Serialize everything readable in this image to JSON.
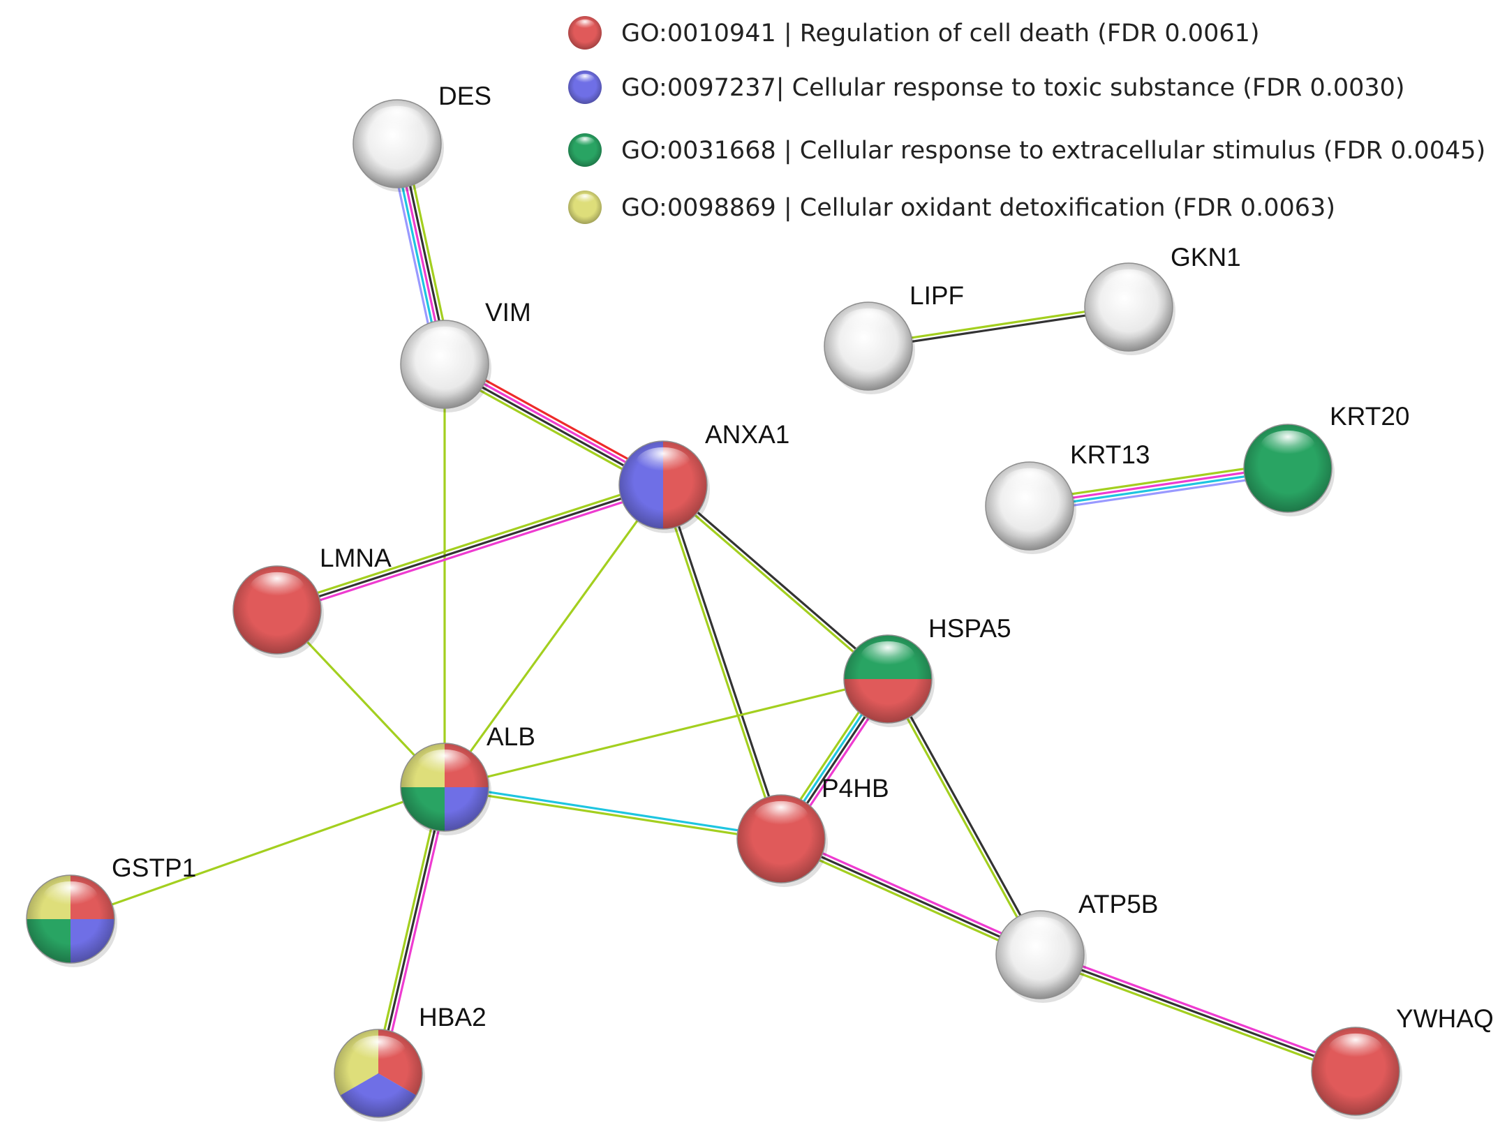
{
  "legend": [
    {
      "id": "red",
      "label": "GO:0010941 | Regulation of cell death (FDR 0.0061)",
      "color": "#e05a5a"
    },
    {
      "id": "blue",
      "label": "GO:0097237| Cellular response to toxic substance (FDR 0.0030)",
      "color": "#6f6fe6"
    },
    {
      "id": "green",
      "label": "GO:0031668 | Cellular response to extracellular stimulus (FDR 0.0045)",
      "color": "#29a463"
    },
    {
      "id": "yellow",
      "label": "GO:0098869 | Cellular oxidant detoxification (FDR 0.0063)",
      "color": "#dede7a"
    }
  ],
  "edge_colors": {
    "textmining": "#a3cf1f",
    "coexpression": "#333333",
    "database": "#1ec5e0",
    "experiments": "#ee3bd0",
    "cooccurrence": "#9999ff",
    "fusion": "#ee2a2a"
  },
  "nodes": [
    {
      "id": "DES",
      "label": "DES",
      "colors": [
        "white"
      ]
    },
    {
      "id": "VIM",
      "label": "VIM",
      "colors": [
        "white"
      ]
    },
    {
      "id": "ANXA1",
      "label": "ANXA1",
      "colors": [
        "red",
        "blue"
      ]
    },
    {
      "id": "LMNA",
      "label": "LMNA",
      "colors": [
        "red"
      ]
    },
    {
      "id": "ALB",
      "label": "ALB",
      "colors": [
        "red",
        "blue",
        "green",
        "yellow"
      ]
    },
    {
      "id": "GSTP1",
      "label": "GSTP1",
      "colors": [
        "red",
        "blue",
        "green",
        "yellow"
      ]
    },
    {
      "id": "HBA2",
      "label": "HBA2",
      "colors": [
        "red",
        "blue",
        "yellow"
      ]
    },
    {
      "id": "HSPA5",
      "label": "HSPA5",
      "colors": [
        "red",
        "green"
      ]
    },
    {
      "id": "P4HB",
      "label": "P4HB",
      "colors": [
        "red"
      ]
    },
    {
      "id": "ATP5B",
      "label": "ATP5B",
      "colors": [
        "white"
      ]
    },
    {
      "id": "YWHAQ",
      "label": "YWHAQ",
      "colors": [
        "red"
      ]
    },
    {
      "id": "LIPF",
      "label": "LIPF",
      "colors": [
        "white"
      ]
    },
    {
      "id": "GKN1",
      "label": "GKN1",
      "colors": [
        "white"
      ]
    },
    {
      "id": "KRT13",
      "label": "KRT13",
      "colors": [
        "white"
      ]
    },
    {
      "id": "KRT20",
      "label": "KRT20",
      "colors": [
        "green"
      ]
    }
  ],
  "edges": [
    {
      "source": "DES",
      "target": "VIM",
      "evidence": [
        "textmining",
        "coexpression",
        "experiments",
        "database",
        "cooccurrence"
      ]
    },
    {
      "source": "VIM",
      "target": "ANXA1",
      "evidence": [
        "fusion",
        "experiments",
        "coexpression",
        "textmining"
      ]
    },
    {
      "source": "VIM",
      "target": "ALB",
      "evidence": [
        "textmining"
      ]
    },
    {
      "source": "ANXA1",
      "target": "LMNA",
      "evidence": [
        "experiments",
        "coexpression",
        "textmining"
      ]
    },
    {
      "source": "ANXA1",
      "target": "ALB",
      "evidence": [
        "textmining"
      ]
    },
    {
      "source": "ANXA1",
      "target": "P4HB",
      "evidence": [
        "coexpression",
        "textmining"
      ]
    },
    {
      "source": "ANXA1",
      "target": "HSPA5",
      "evidence": [
        "coexpression",
        "textmining"
      ]
    },
    {
      "source": "LMNA",
      "target": "ALB",
      "evidence": [
        "textmining"
      ]
    },
    {
      "source": "ALB",
      "target": "GSTP1",
      "evidence": [
        "textmining"
      ]
    },
    {
      "source": "ALB",
      "target": "HBA2",
      "evidence": [
        "experiments",
        "coexpression",
        "textmining"
      ]
    },
    {
      "source": "ALB",
      "target": "HSPA5",
      "evidence": [
        "textmining"
      ]
    },
    {
      "source": "ALB",
      "target": "P4HB",
      "evidence": [
        "database",
        "textmining"
      ]
    },
    {
      "source": "HSPA5",
      "target": "P4HB",
      "evidence": [
        "experiments",
        "coexpression",
        "database",
        "textmining"
      ]
    },
    {
      "source": "HSPA5",
      "target": "ATP5B",
      "evidence": [
        "coexpression",
        "textmining"
      ]
    },
    {
      "source": "P4HB",
      "target": "ATP5B",
      "evidence": [
        "experiments",
        "coexpression",
        "textmining"
      ]
    },
    {
      "source": "ATP5B",
      "target": "YWHAQ",
      "evidence": [
        "experiments",
        "coexpression",
        "textmining"
      ]
    },
    {
      "source": "LIPF",
      "target": "GKN1",
      "evidence": [
        "textmining",
        "coexpression"
      ]
    },
    {
      "source": "KRT13",
      "target": "KRT20",
      "evidence": [
        "textmining",
        "experiments",
        "database",
        "cooccurrence"
      ]
    }
  ]
}
